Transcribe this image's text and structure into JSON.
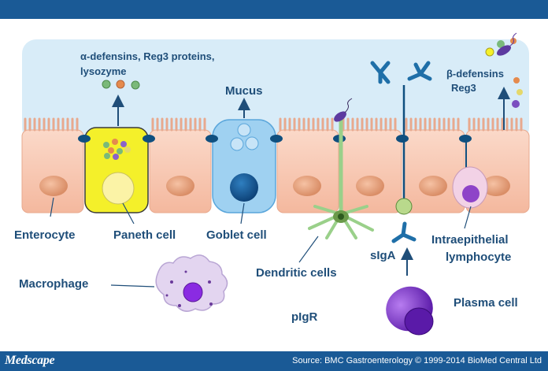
{
  "footer": {
    "logo": "Medscape",
    "source": "Source: BMC Gastroenterology © 1999-2014 BioMed Central Ltd"
  },
  "labels": {
    "antimicrobials_line1": "α-defensins, Reg3 proteins,",
    "antimicrobials_line2": "lysozyme",
    "mucus": "Mucus",
    "beta_line1": "β-defensins",
    "beta_line2": "Reg3",
    "enterocyte": "Enterocyte",
    "paneth": "Paneth cell",
    "goblet": "Goblet cell",
    "dendritic": "Dendritic cells",
    "iel_line1": "Intraepithelial",
    "iel_line2": "lymphocyte",
    "siga": "sIgA",
    "macrophage": "Macrophage",
    "pigr": "pIgR",
    "plasma": "Plasma cell"
  },
  "colors": {
    "header": "#1a5a96",
    "lumen": "#d8ecf8",
    "enterocyte": "#f7c9b6",
    "paneth": "#f4f02a",
    "goblet": "#9fd1f1",
    "text": "#1f4e79"
  }
}
